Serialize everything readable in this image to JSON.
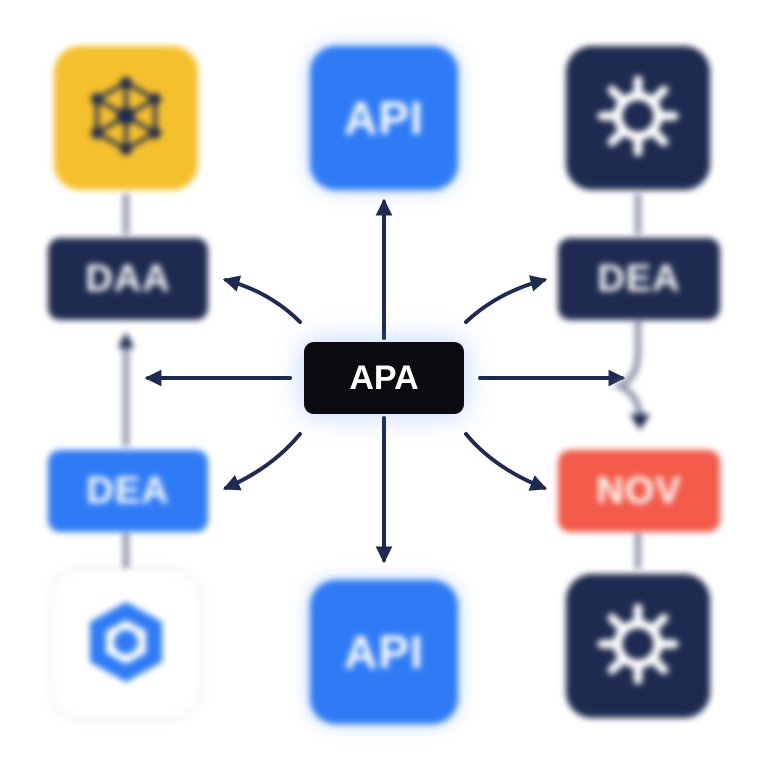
{
  "center": {
    "label": "APA"
  },
  "tiles": {
    "top_left": {
      "icon": "network-graph-icon",
      "color": "#f5c02e"
    },
    "top_center": {
      "label": "API",
      "color": "#2f7bf5"
    },
    "top_right": {
      "icon": "gear-icon",
      "color": "#1e2a4f"
    },
    "bottom_left": {
      "icon": "hexagon-icon",
      "color": "#ffffff"
    },
    "bottom_center": {
      "label": "API",
      "color": "#2f7bf5"
    },
    "bottom_right": {
      "icon": "gear-icon",
      "color": "#1e2a4f"
    }
  },
  "pills": {
    "left_upper": {
      "label": "DAA",
      "color": "#1e2a4f"
    },
    "left_lower": {
      "label": "DEA",
      "color": "#2f7bf5"
    },
    "right_upper": {
      "label": "DEA",
      "color": "#1e2a4f"
    },
    "right_lower": {
      "label": "NOV",
      "color": "#f25a4a"
    }
  },
  "colors": {
    "connector": "#1e2a4f",
    "center_bg": "#0b0b0f"
  }
}
